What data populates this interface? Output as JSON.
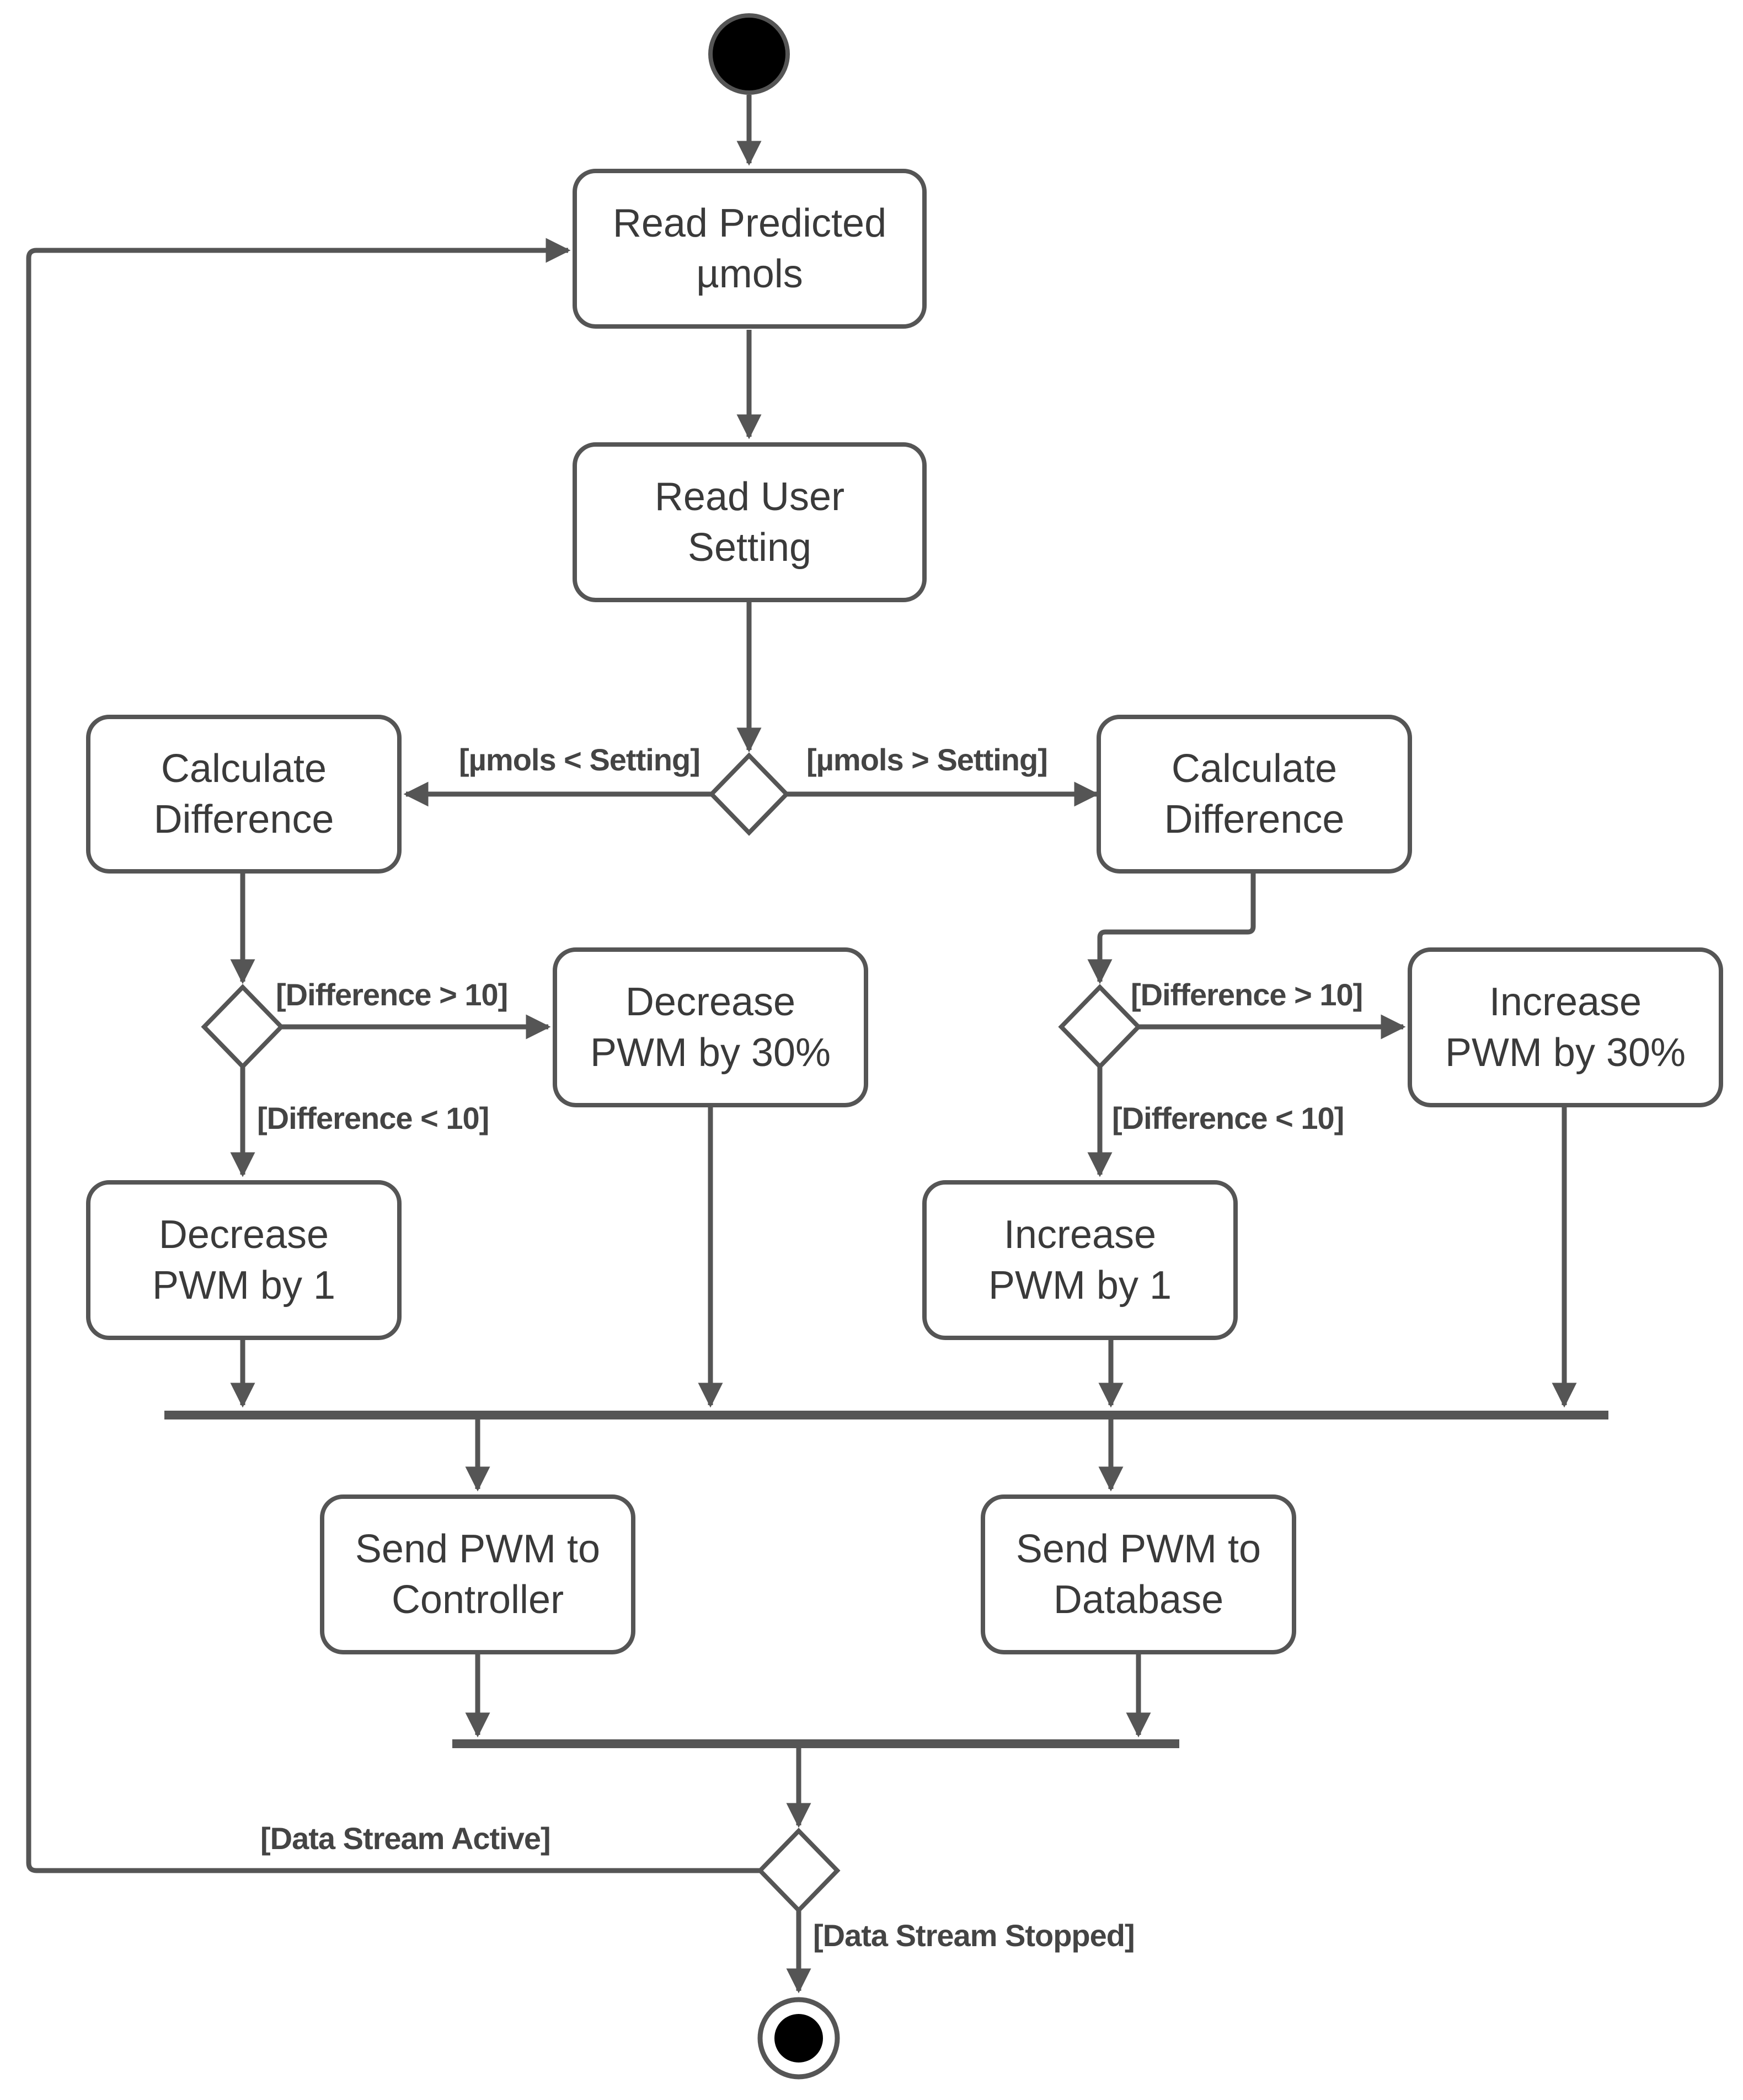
{
  "nodes": {
    "read_predicted": [
      "Read Predicted",
      "µmols"
    ],
    "read_user_setting": [
      "Read User",
      "Setting"
    ],
    "calc_diff_left": [
      "Calculate",
      "Difference"
    ],
    "calc_diff_right": [
      "Calculate",
      "Difference"
    ],
    "decrease_30": [
      "Decrease",
      "PWM by 30%"
    ],
    "increase_30": [
      "Increase",
      "PWM by 30%"
    ],
    "decrease_1": [
      "Decrease",
      "PWM by 1"
    ],
    "increase_1": [
      "Increase",
      "PWM by 1"
    ],
    "send_controller": [
      "Send PWM to",
      "Controller"
    ],
    "send_database": [
      "Send PWM to",
      "Database"
    ]
  },
  "guards": {
    "umols_less": "[µmols < Setting]",
    "umols_greater": "[µmols  > Setting]",
    "left_diff_gt": "[Difference > 10]",
    "left_diff_lt": "[Difference < 10]",
    "right_diff_gt": "[Difference > 10]",
    "right_diff_lt": "[Difference < 10]",
    "stream_active": "[Data Stream Active]",
    "stream_stopped": "[Data Stream Stopped]"
  },
  "colors": {
    "line": "#555555",
    "text": "#3a3a3a",
    "fill": "#ffffff",
    "node_dot": "#000000"
  }
}
